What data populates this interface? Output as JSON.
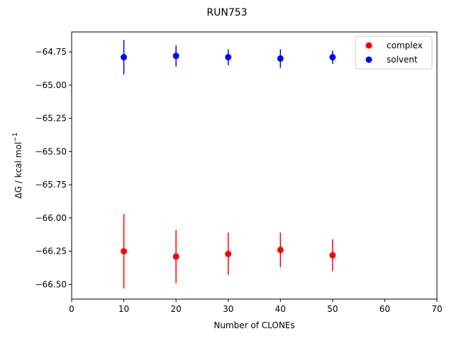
{
  "chart_data": {
    "type": "scatter",
    "title": "RUN753",
    "xlabel": "Number of CLONEs",
    "ylabel_main": "ΔG / kcal mol",
    "ylabel_sup": "−1",
    "xlim": [
      0,
      70
    ],
    "ylim": [
      -66.61,
      -64.6
    ],
    "xticks": [
      0,
      10,
      20,
      30,
      40,
      50,
      60,
      70
    ],
    "xtick_labels": [
      "0",
      "10",
      "20",
      "30",
      "40",
      "50",
      "60",
      "70"
    ],
    "yticks": [
      -64.75,
      -65.0,
      -65.25,
      -65.5,
      -65.75,
      -66.0,
      -66.25,
      -66.5
    ],
    "ytick_labels": [
      "−64.75",
      "−65.00",
      "−65.25",
      "−65.50",
      "−65.75",
      "−66.00",
      "−66.25",
      "−66.50"
    ],
    "grid": false,
    "legend_position": "top-right",
    "series": [
      {
        "name": "complex",
        "color": "#ff0000",
        "x": [
          10,
          20,
          30,
          40,
          50
        ],
        "y": [
          -66.25,
          -66.29,
          -66.27,
          -66.24,
          -66.28
        ],
        "yerr": [
          0.28,
          0.2,
          0.16,
          0.13,
          0.12
        ]
      },
      {
        "name": "solvent",
        "color": "#0000ff",
        "x": [
          10,
          20,
          30,
          40,
          50
        ],
        "y": [
          -64.79,
          -64.78,
          -64.79,
          -64.8,
          -64.79
        ],
        "yerr": [
          0.13,
          0.08,
          0.06,
          0.07,
          0.05
        ]
      }
    ]
  }
}
